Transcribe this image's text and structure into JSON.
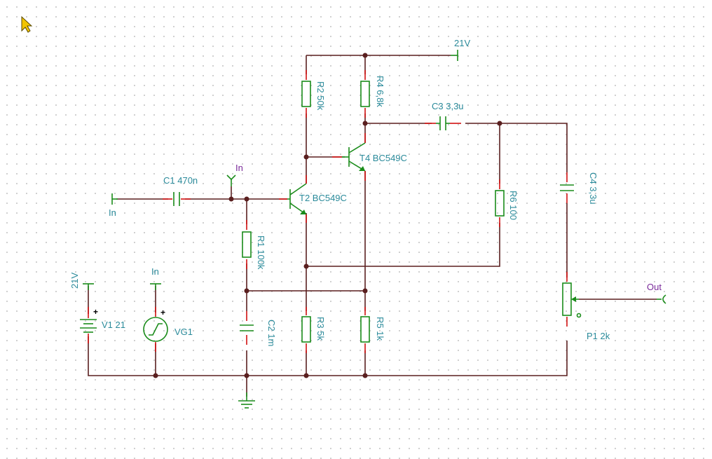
{
  "labels": {
    "vcc_top": "21V",
    "vcc_left": "21V",
    "in_left": "In",
    "in_node": "In",
    "in_gen": "In",
    "out": "Out",
    "c1": "C1 470n",
    "c2": "C2 1m",
    "c3": "C3 3,3u",
    "c4": "C4 3,3u",
    "r1": "R1 100k",
    "r2": "R2 50k",
    "r3": "R3 5k",
    "r4": "R4 6,8k",
    "r5": "R5 1k",
    "r6": "R6 100",
    "t2": "T2 BC549C",
    "t4": "T4 BC549C",
    "v1": "V1 21",
    "vg1": "VG1",
    "p1": "P1 2k"
  },
  "colors": {
    "wire": "#5a1f1f",
    "component": "#1a8c1a",
    "pin": "#d01010",
    "label": "#2a8a9a",
    "probe_label": "#7a2a9a"
  }
}
